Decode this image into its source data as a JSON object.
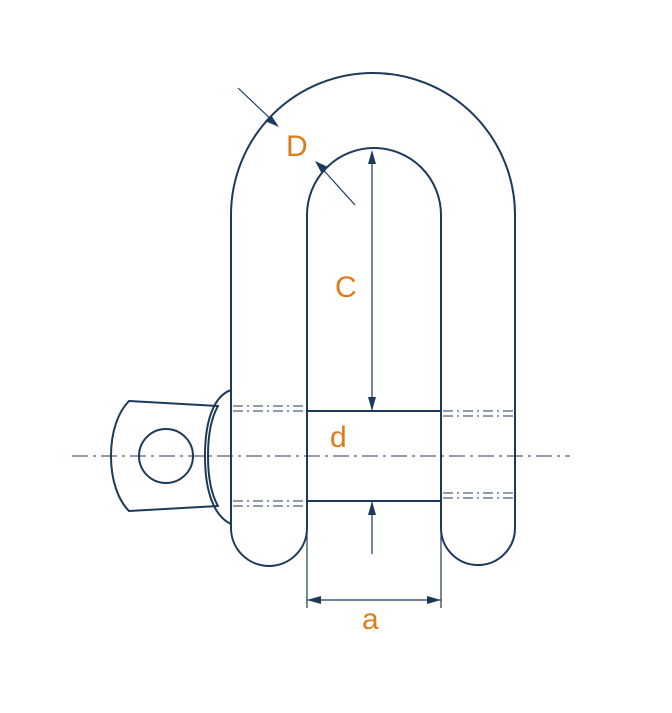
{
  "labels": {
    "D": "D",
    "C": "C",
    "d": "d",
    "a": "a"
  },
  "colors": {
    "line": "#1d3a5c",
    "label": "#e07b1a",
    "background": "#ffffff"
  }
}
